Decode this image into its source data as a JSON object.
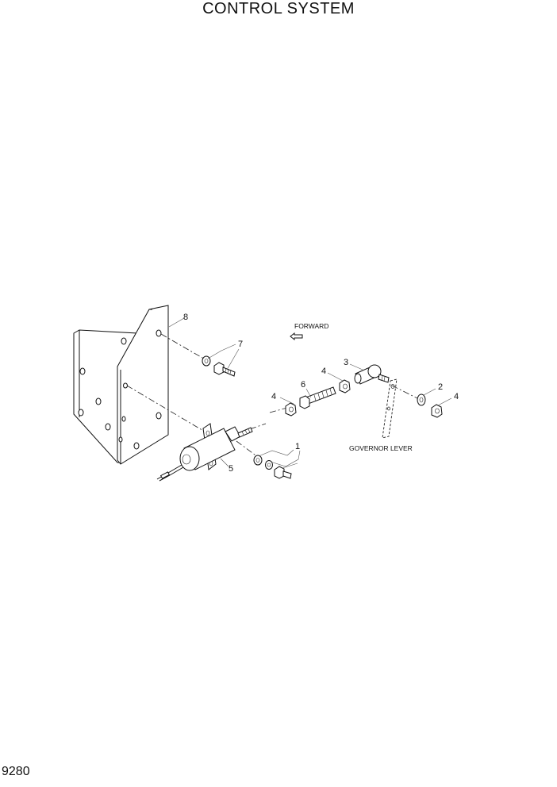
{
  "header": {
    "title": "CONTROL SYSTEM"
  },
  "footer": {
    "page_number": "9280"
  },
  "callouts": {
    "c1": "1",
    "c2": "2",
    "c3": "3",
    "c4a": "4",
    "c4b": "4",
    "c4c": "4",
    "c5": "5",
    "c6": "6",
    "c7": "7",
    "c8": "8"
  },
  "annotations": {
    "forward": "FORWARD",
    "governor_lever": "GOVERNOR LEVER"
  }
}
